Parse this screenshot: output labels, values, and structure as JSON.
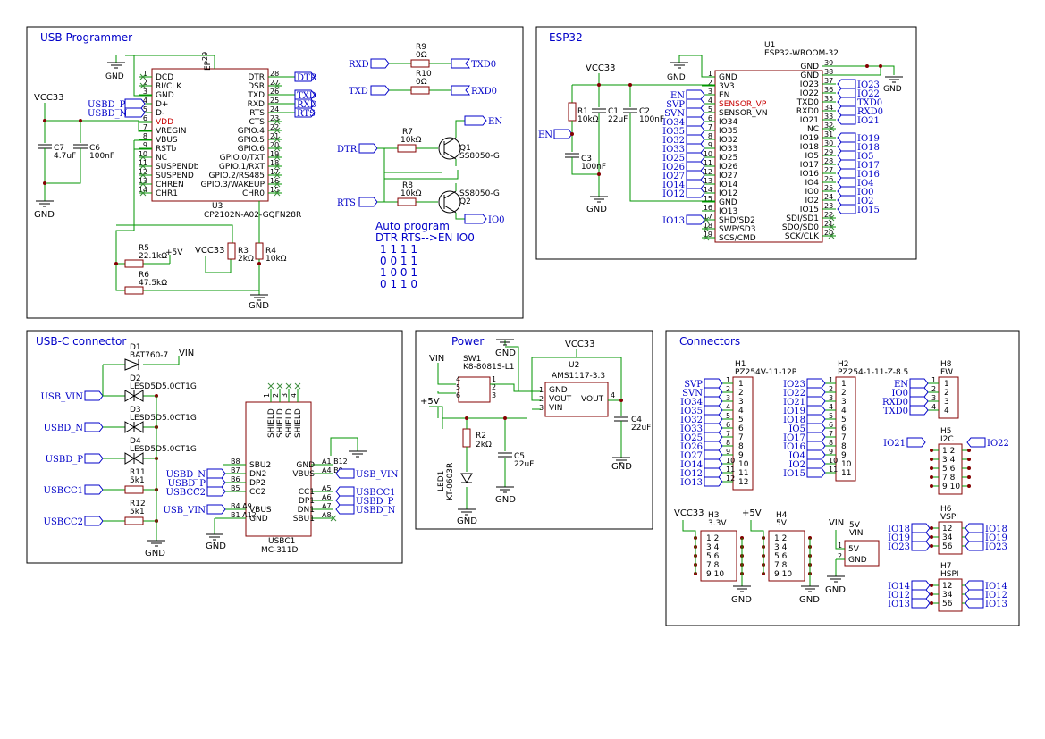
{
  "sheets": {
    "usb_programmer": "USB Programmer",
    "esp32": "ESP32",
    "usbc": "USB-C connector",
    "power": "Power",
    "connectors": "Connectors"
  },
  "usb_prog": {
    "u3_ref": "U3",
    "u3_value": "CP2102N-A02-GQFN28R",
    "left_pins": [
      {
        "n": "1",
        "name": "DCD"
      },
      {
        "n": "2",
        "name": "RI/CLK"
      },
      {
        "n": "3",
        "name": "GND"
      },
      {
        "n": "4",
        "name": "D+"
      },
      {
        "n": "5",
        "name": "D-"
      },
      {
        "n": "6",
        "name": "VDD"
      },
      {
        "n": "7",
        "name": "VREGIN"
      },
      {
        "n": "8",
        "name": "VBUS"
      },
      {
        "n": "9",
        "name": "RSTb"
      },
      {
        "n": "10",
        "name": "NC"
      },
      {
        "n": "11",
        "name": "SUSPENDb"
      },
      {
        "n": "12",
        "name": "SUSPEND"
      },
      {
        "n": "13",
        "name": "CHREN"
      },
      {
        "n": "14",
        "name": "CHR1"
      }
    ],
    "right_pins": [
      {
        "n": "28",
        "name": "DTR"
      },
      {
        "n": "27",
        "name": "DSR"
      },
      {
        "n": "26",
        "name": "TXD"
      },
      {
        "n": "25",
        "name": "RXD"
      },
      {
        "n": "24",
        "name": "RTS"
      },
      {
        "n": "23",
        "name": "CTS"
      },
      {
        "n": "22",
        "name": "GPIO.4"
      },
      {
        "n": "21",
        "name": "GPIO.5"
      },
      {
        "n": "20",
        "name": "GPIO.6"
      },
      {
        "n": "19",
        "name": "GPIO.0/TXT"
      },
      {
        "n": "18",
        "name": "GPIO.1/RXT"
      },
      {
        "n": "17",
        "name": "GPIO.2/RS485"
      },
      {
        "n": "16",
        "name": "GPIO.3/WAKEUP"
      },
      {
        "n": "15",
        "name": "CHR0"
      }
    ],
    "ep": "EP",
    "ep_num": "29",
    "nets_right": [
      "DTR",
      "TXD",
      "RXD",
      "RTS"
    ],
    "nets_left": [
      "USBD_P",
      "USBD_N"
    ],
    "vcc": "VCC33",
    "gnd": "GND",
    "p5v": "+5V",
    "c7": {
      "ref": "C7",
      "val": "4.7uF"
    },
    "c6": {
      "ref": "C6",
      "val": "100nF"
    },
    "r5": {
      "ref": "R5",
      "val": "22.1kΩ"
    },
    "r6": {
      "ref": "R6",
      "val": "47.5kΩ"
    },
    "r3": {
      "ref": "R3",
      "val": "2kΩ"
    },
    "r4": {
      "ref": "R4",
      "val": "10kΩ"
    },
    "r9": {
      "ref": "R9",
      "val": "0Ω"
    },
    "r10": {
      "ref": "R10",
      "val": "0Ω"
    },
    "r7": {
      "ref": "R7",
      "val": "10kΩ"
    },
    "r8": {
      "ref": "R8",
      "val": "10kΩ"
    },
    "q1": {
      "ref": "Q1",
      "val": "SS8050-G"
    },
    "q2": {
      "ref": "Q2",
      "val": "SS8050-G"
    },
    "net_rxd": "RXD",
    "net_txd0": "TXD0",
    "net_txd": "TXD",
    "net_rxd0": "RXD0",
    "net_dtr": "DTR",
    "net_rts": "RTS",
    "net_en": "EN",
    "net_io0": "IO0",
    "auto_title": "Auto program",
    "auto_head": "DTR RTS-->EN IO0",
    "auto_rows": [
      "1 1 1 1",
      "0 0 1 1",
      "1 0 0 1",
      "0 1 1 0"
    ]
  },
  "esp32": {
    "u1_ref": "U1",
    "u1_value": "ESP32-WROOM-32",
    "left_pins": [
      {
        "n": "1",
        "name": "GND"
      },
      {
        "n": "2",
        "name": "3V3"
      },
      {
        "n": "3",
        "name": "EN"
      },
      {
        "n": "4",
        "name": "SENSOR_VP"
      },
      {
        "n": "5",
        "name": "SENSOR_VN"
      },
      {
        "n": "6",
        "name": "IO34"
      },
      {
        "n": "7",
        "name": "IO35"
      },
      {
        "n": "8",
        "name": "IO32"
      },
      {
        "n": "9",
        "name": "IO33"
      },
      {
        "n": "10",
        "name": "IO25"
      },
      {
        "n": "11",
        "name": "IO26"
      },
      {
        "n": "12",
        "name": "IO27"
      },
      {
        "n": "13",
        "name": "IO14"
      },
      {
        "n": "14",
        "name": "IO12"
      },
      {
        "n": "15",
        "name": "GND"
      },
      {
        "n": "16",
        "name": "IO13"
      },
      {
        "n": "17",
        "name": "SHD/SD2"
      },
      {
        "n": "18",
        "name": "SWP/SD3"
      },
      {
        "n": "19",
        "name": "SCS/CMD"
      }
    ],
    "right_pins": [
      {
        "n": "39",
        "name": "GND"
      },
      {
        "n": "38",
        "name": "GND"
      },
      {
        "n": "37",
        "name": "IO23"
      },
      {
        "n": "36",
        "name": "IO22"
      },
      {
        "n": "35",
        "name": "TXD0"
      },
      {
        "n": "34",
        "name": "RXD0"
      },
      {
        "n": "33",
        "name": "IO21"
      },
      {
        "n": "32",
        "name": "NC"
      },
      {
        "n": "31",
        "name": "IO19"
      },
      {
        "n": "30",
        "name": "IO18"
      },
      {
        "n": "29",
        "name": "IO5"
      },
      {
        "n": "28",
        "name": "IO17"
      },
      {
        "n": "27",
        "name": "IO16"
      },
      {
        "n": "26",
        "name": "IO4"
      },
      {
        "n": "25",
        "name": "IO0"
      },
      {
        "n": "24",
        "name": "IO2"
      },
      {
        "n": "23",
        "name": "IO15"
      },
      {
        "n": "22",
        "name": "SDI/SD1"
      },
      {
        "n": "21",
        "name": "SDO/SD0"
      },
      {
        "n": "20",
        "name": "SCK/CLK"
      }
    ],
    "left_nets": [
      "EN",
      "SVP",
      "SVN",
      "IO34",
      "IO35",
      "IO32",
      "IO33",
      "IO25",
      "IO26",
      "IO27",
      "IO14",
      "IO12",
      "",
      "IO13"
    ],
    "right_nets": [
      "IO23",
      "IO22",
      "TXD0",
      "RXD0",
      "IO21",
      "",
      "IO19",
      "IO18",
      "IO5",
      "IO17",
      "IO16",
      "IO4",
      "IO0",
      "IO2",
      "IO15"
    ],
    "vcc": "VCC33",
    "gnd": "GND",
    "en": "EN",
    "r1": {
      "ref": "R1",
      "val": "10kΩ"
    },
    "c1": {
      "ref": "C1",
      "val": "22uF"
    },
    "c2": {
      "ref": "C2",
      "val": "100nF"
    },
    "c3": {
      "ref": "C3",
      "val": "100nF"
    }
  },
  "usbc": {
    "d1": {
      "ref": "D1",
      "val": "BAT760-7"
    },
    "d2": {
      "ref": "D2",
      "val": "LESD5D5.0CT1G"
    },
    "d3": {
      "ref": "D3",
      "val": "LESD5D5.0CT1G"
    },
    "d4": {
      "ref": "D4",
      "val": "LESD5D5.0CT1G"
    },
    "r11": {
      "ref": "R11",
      "val": "5k1"
    },
    "r12": {
      "ref": "R12",
      "val": "5k1"
    },
    "vin": "VIN",
    "gnd": "GND",
    "nets_left": [
      "USB_VIN",
      "USBD_N",
      "USBD_P",
      "USBCC1",
      "USBCC2"
    ],
    "conn_ref": "USBC1",
    "conn_val": "MC-311D",
    "shield": "SHIELD",
    "shield_nums": [
      "1",
      "2",
      "3",
      "4"
    ],
    "left_pins": [
      {
        "n": "B8",
        "name": "SBU2"
      },
      {
        "n": "B7",
        "name": "DN2"
      },
      {
        "n": "B6",
        "name": "DP2"
      },
      {
        "n": "B5",
        "name": "CC2"
      },
      {
        "n": "B4 A9",
        "name": "VBUS"
      },
      {
        "n": "B1 A12",
        "name": "GND"
      }
    ],
    "right_pins": [
      {
        "n": "A1 B12",
        "name": "GND"
      },
      {
        "n": "A4 B9",
        "name": "VBUS"
      },
      {
        "n": "A5",
        "name": "CC1"
      },
      {
        "n": "A6",
        "name": "DP1"
      },
      {
        "n": "A7",
        "name": "DN1"
      },
      {
        "n": "A8",
        "name": "SBU1"
      }
    ],
    "left_nets": [
      "USBD_N",
      "USBD_P",
      "USBCC2",
      "USB_VIN"
    ],
    "right_nets": [
      "USB_VIN",
      "USBCC1",
      "USBD_P",
      "USBD_N"
    ]
  },
  "power": {
    "vin": "VIN",
    "p5v": "+5V",
    "vcc": "VCC33",
    "gnd": "GND",
    "sw1": {
      "ref": "SW1",
      "val": "K8-8081S-L1"
    },
    "u2": {
      "ref": "U2",
      "val": "AMS1117-3.3"
    },
    "u2_pins": [
      {
        "n": "1",
        "name": "GND"
      },
      {
        "n": "2",
        "name": "VOUT"
      },
      {
        "n": "3",
        "name": "VIN"
      },
      {
        "n": "4",
        "name": "VOUT"
      }
    ],
    "sw_pins": [
      "1",
      "2",
      "3",
      "4",
      "5",
      "6"
    ],
    "r2": {
      "ref": "R2",
      "val": "2kΩ"
    },
    "c4": {
      "ref": "C4",
      "val": "22uF"
    },
    "c5": {
      "ref": "C5",
      "val": "22uF"
    },
    "led1": {
      "ref": "LED1",
      "val": "KT-0603R"
    }
  },
  "connectors": {
    "h1": {
      "ref": "H1",
      "val": "PZ254V-11-12P",
      "nets": [
        "SVP",
        "SVN",
        "IO34",
        "IO35",
        "IO32",
        "IO33",
        "IO25",
        "IO26",
        "IO27",
        "IO14",
        "IO12",
        "IO13"
      ],
      "pins": [
        "1",
        "2",
        "3",
        "4",
        "5",
        "6",
        "7",
        "8",
        "9",
        "10",
        "11",
        "12"
      ]
    },
    "h2": {
      "ref": "H2",
      "val": "PZ254-1-11-Z-8.5",
      "nets": [
        "IO23",
        "IO22",
        "IO21",
        "IO19",
        "IO18",
        "IO5",
        "IO17",
        "IO16",
        "IO4",
        "IO2",
        "IO15"
      ],
      "pins": [
        "1",
        "2",
        "3",
        "4",
        "5",
        "6",
        "7",
        "8",
        "9",
        "10",
        "11"
      ]
    },
    "h8": {
      "ref": "H8",
      "val": "FW",
      "nets": [
        "EN",
        "IO0",
        "RXD0",
        "TXD0"
      ],
      "pins": [
        "1",
        "2",
        "3",
        "4"
      ]
    },
    "h5": {
      "ref": "H5",
      "val": "I2C",
      "net_l": "IO21",
      "net_r": "IO22",
      "rows": [
        "1  2",
        "3  4",
        "5  6",
        "7  8",
        "9  10"
      ]
    },
    "h6": {
      "ref": "H6",
      "val": "VSPI",
      "nets_l": [
        "IO18",
        "IO19",
        "IO23"
      ],
      "nets_r": [
        "IO18",
        "IO19",
        "IO23"
      ],
      "rows": [
        "12",
        "34",
        "56"
      ]
    },
    "h7": {
      "ref": "H7",
      "val": "HSPI",
      "nets_l": [
        "IO14",
        "IO12",
        "IO13"
      ],
      "nets_r": [
        "IO14",
        "IO12",
        "IO13"
      ],
      "rows": [
        "12",
        "34",
        "56"
      ]
    },
    "h3": {
      "ref": "H3",
      "val": "3.3V",
      "net": "VCC33",
      "rows": [
        "1  2",
        "3  4",
        "5  6",
        "7  8",
        "9 10"
      ]
    },
    "h4": {
      "ref": "H4",
      "val": "5V",
      "net": "+5V",
      "rows": [
        "1  2",
        "3  4",
        "5  6",
        "7  8",
        "9 10"
      ]
    },
    "p5v": {
      "ref": "5V",
      "val": "VIN",
      "net": "VIN",
      "pins": [
        "5V",
        "GND"
      ],
      "nums": [
        "1",
        "2"
      ]
    },
    "gnd": "GND"
  }
}
